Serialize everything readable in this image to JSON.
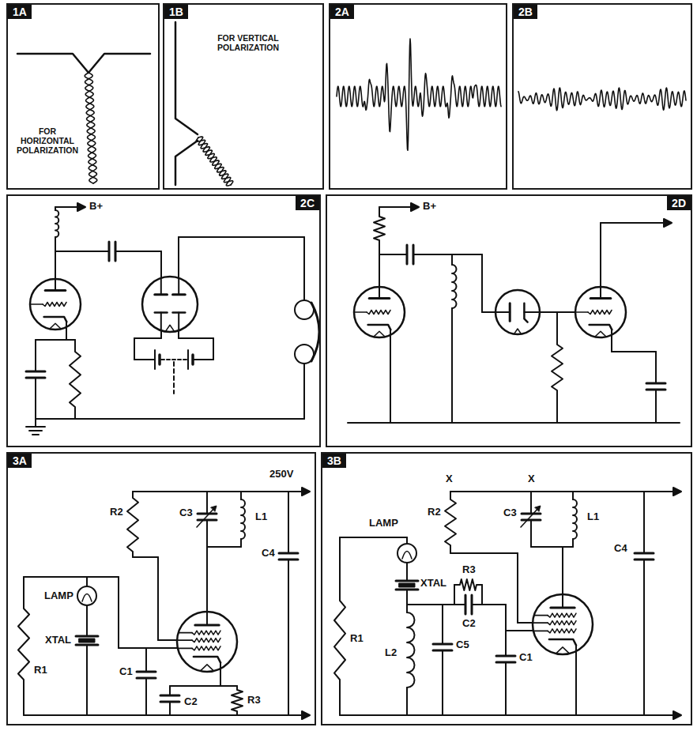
{
  "diagram": {
    "nodes": [
      {
        "text": [
          "1A",
          "FOR HORIZONTAL POLARIZATION"
        ]
      },
      {
        "text": [
          "1B",
          "FOR VERTICAL POLARIZATION"
        ]
      },
      {
        "text": [
          "2A"
        ]
      },
      {
        "text": [
          "2B"
        ]
      },
      {
        "text": [
          "2C"
        ]
      },
      {
        "text": [
          "2D"
        ]
      },
      {
        "text": [
          "3A"
        ]
      },
      {
        "text": [
          "3B"
        ]
      }
    ],
    "labels": [
      "B+",
      "B+",
      "250V",
      "R2",
      "LAMP",
      "C3",
      "L1",
      "R1",
      "C4",
      "C1",
      "C2",
      "R3",
      "XTAL",
      "X",
      "X",
      "R2",
      "C3",
      "L1",
      "LAMP",
      "XTAL",
      "R3",
      "R1",
      "C2",
      "L2",
      "C5",
      "C1",
      "C4"
    ]
  }
}
